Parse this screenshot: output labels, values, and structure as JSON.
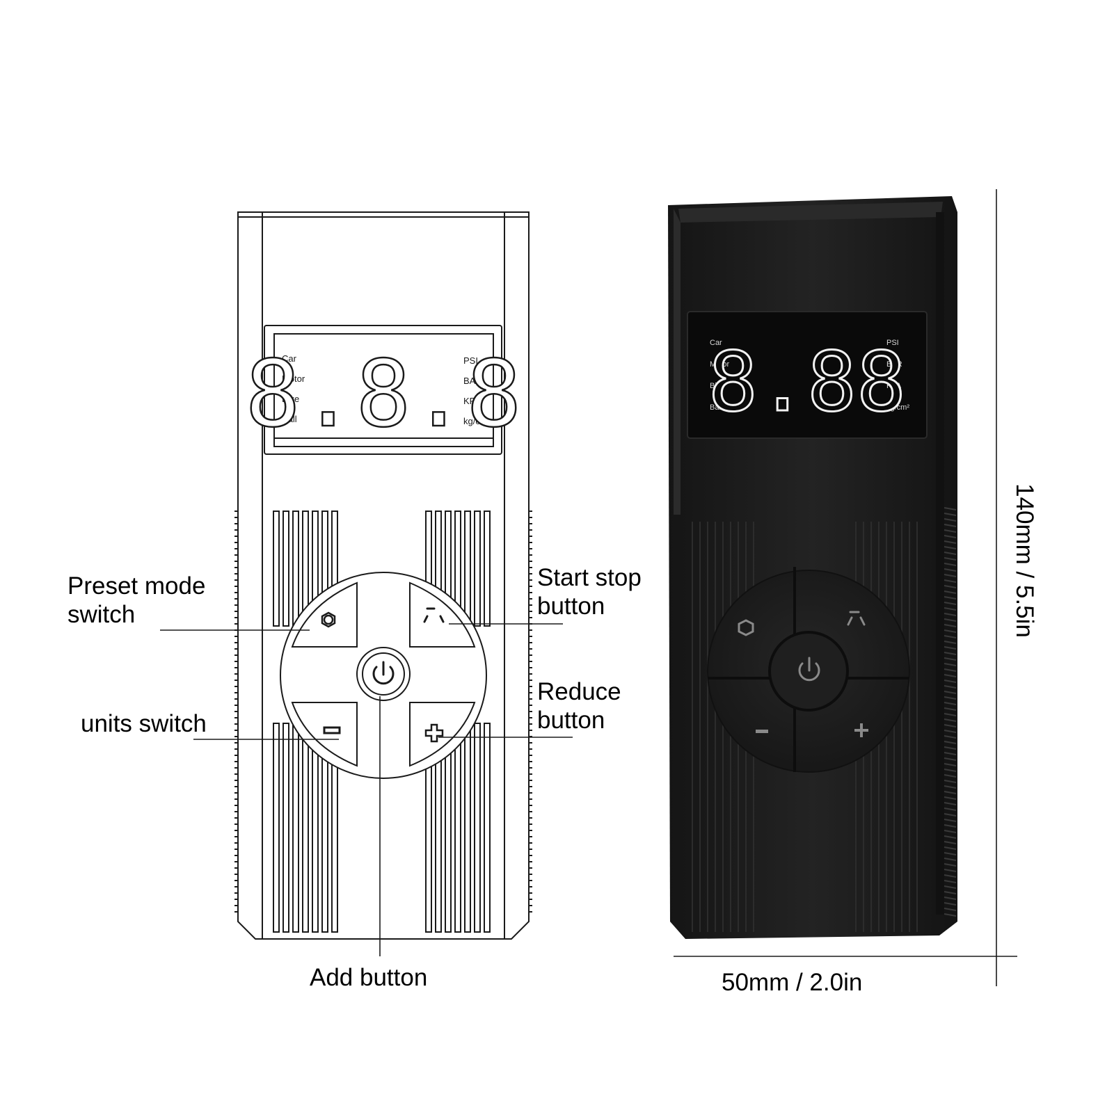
{
  "callouts": {
    "preset_mode": {
      "line1": "Preset mode",
      "line2": "switch"
    },
    "units_switch": {
      "line1": "units switch"
    },
    "start_stop": {
      "line1": "Start stop",
      "line2": "button"
    },
    "reduce": {
      "line1": "Reduce",
      "line2": "button"
    },
    "add": {
      "line1": "Add button"
    }
  },
  "display": {
    "modes": [
      "Car",
      "Motor",
      "Bike",
      "Ball"
    ],
    "units": [
      "PSI",
      "BAR",
      "KPA",
      "kg/cm²"
    ],
    "digits_outline": "8.8.8",
    "digits_lit": "8.88"
  },
  "dimensions": {
    "height_label": "140mm / 5.5in",
    "width_label": "50mm / 2.0in"
  },
  "colors": {
    "outline_stroke": "#1a1a1a",
    "device_body": "#1c1c1c",
    "display_screen": "#0a0a0a",
    "lit_text": "#f2f2f2"
  }
}
